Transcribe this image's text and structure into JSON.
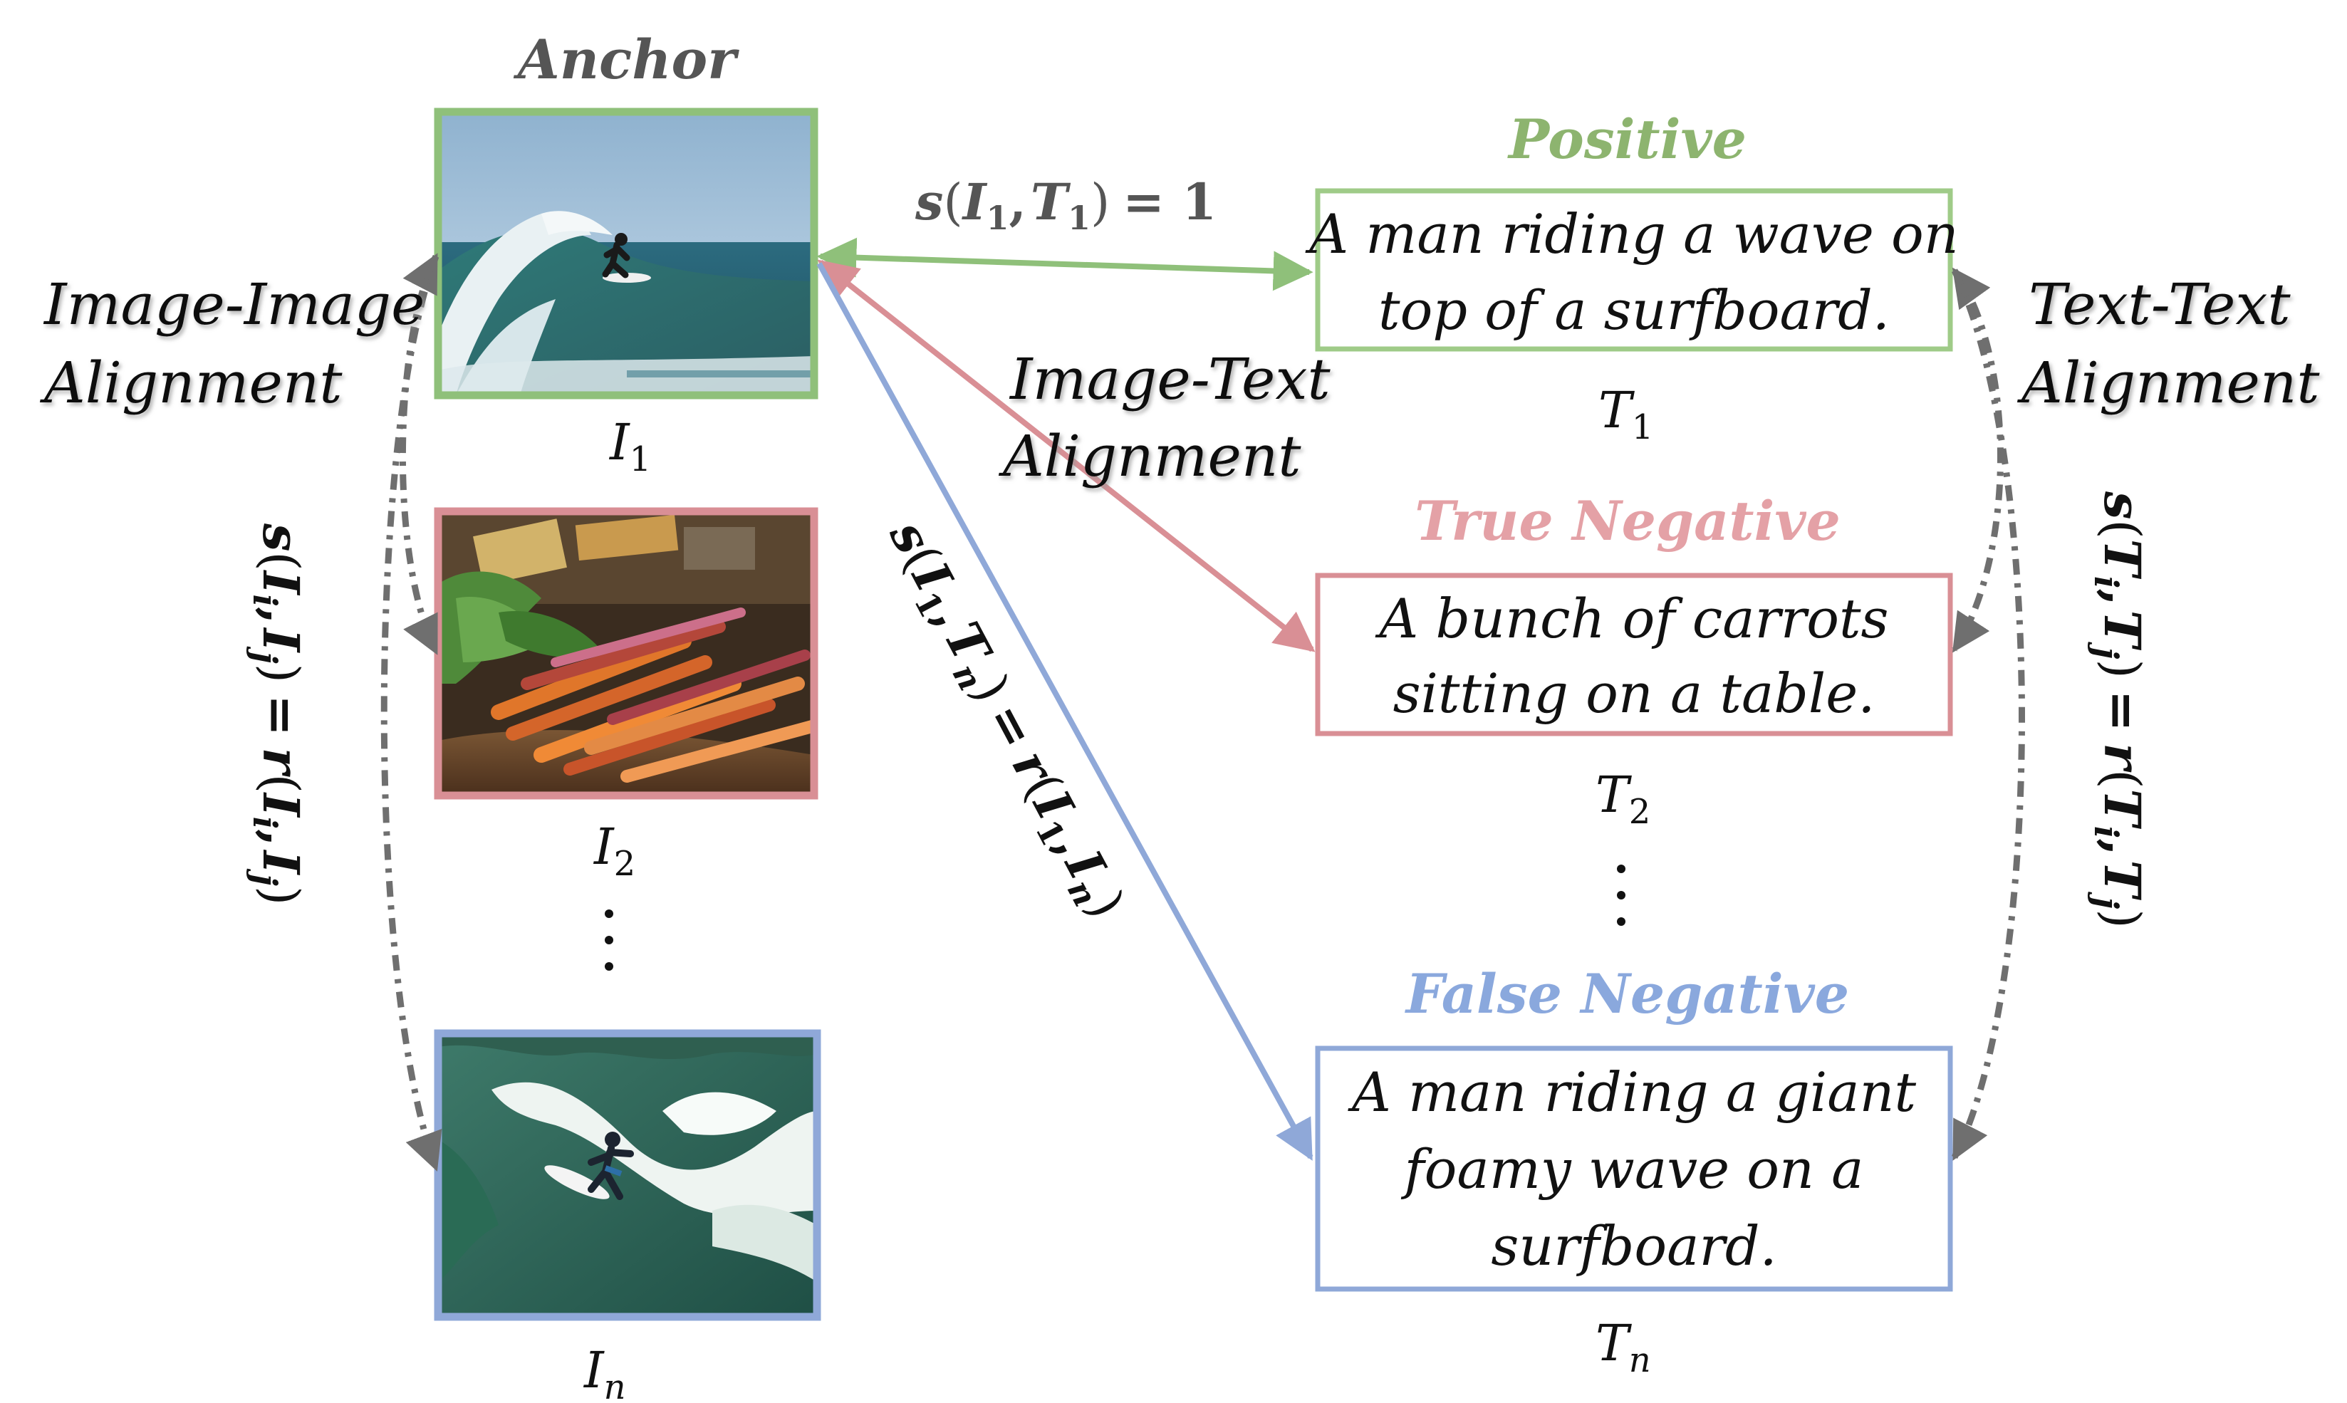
{
  "anchor": {
    "label": "Anchor"
  },
  "images": [
    {
      "id": "I",
      "sub": "1",
      "scene": "surfer on ocean wave",
      "border_color": "#8fc07a"
    },
    {
      "id": "I",
      "sub": "2",
      "scene": "carrots on a table",
      "border_color": "#d98f95"
    },
    {
      "id": "I",
      "sub": "n",
      "scene": "surfer on giant foamy wave",
      "border_color": "#8fa8d8"
    }
  ],
  "texts": [
    {
      "category": "Positive",
      "category_color": "#8db46f",
      "border_color": "#9fcb88",
      "lines": [
        "A man riding a wave on",
        "top of a surfboard."
      ],
      "id": "T",
      "sub": "1"
    },
    {
      "category": "True Negative",
      "category_color": "#e4a1a6",
      "border_color": "#d98f95",
      "lines": [
        "A bunch of carrots",
        "sitting on a table."
      ],
      "id": "T",
      "sub": "2"
    },
    {
      "category": "False Negative",
      "category_color": "#8aa8dd",
      "border_color": "#8fa8d8",
      "lines": [
        "A man riding a giant",
        "foamy wave on a",
        "surfboard."
      ],
      "id": "T",
      "sub": "n"
    }
  ],
  "labels": {
    "image_image": [
      "Image-Image",
      "Alignment"
    ],
    "image_text": [
      "Image-Text",
      "Alignment"
    ],
    "text_text": [
      "Text-Text",
      "Alignment"
    ]
  },
  "formulas": {
    "s_pos": {
      "s": "s",
      "lp": "(",
      "a": "I",
      "a_sub": "1",
      "comma": ",",
      "b": "T",
      "b_sub": "1",
      "rp": ")",
      "eq": "= 1"
    },
    "s_fn": {
      "s": "s",
      "lp": "(",
      "a": "I",
      "a_sub": "1",
      "comma": ",",
      "b": "T",
      "b_sub": "n",
      "rp": ")",
      "eq": "=",
      "r": "r",
      "lp2": "(",
      "c": "I",
      "c_sub": "1",
      "comma2": ",",
      "d": "I",
      "d_sub": "n",
      "rp2": ")"
    },
    "s_ii": {
      "s": "s",
      "lp": "(",
      "a": "I",
      "a_sub": "i",
      "comma": ",",
      "b": "I",
      "b_sub": "j",
      "rp": ")",
      "eq": "=",
      "r": "r",
      "lp2": "(",
      "c": "I",
      "c_sub": "i",
      "comma2": ",",
      "d": "I",
      "d_sub": "j",
      "rp2": ")"
    },
    "s_tt": {
      "s": "s",
      "lp": "(",
      "a": "T",
      "a_sub": "i",
      "comma": ",",
      "b": "T",
      "b_sub": "j",
      "rp": ")",
      "eq": "=",
      "r": "r",
      "lp2": "(",
      "c": "T",
      "c_sub": "i",
      "comma2": ",",
      "d": "T",
      "d_sub": "j",
      "rp2": ")"
    }
  },
  "colors": {
    "green": "#8fc07a",
    "red": "#d98f95",
    "blue": "#8fa8d8",
    "gray": "#6f6f6f",
    "text": "#111111",
    "formula": "#555555"
  }
}
